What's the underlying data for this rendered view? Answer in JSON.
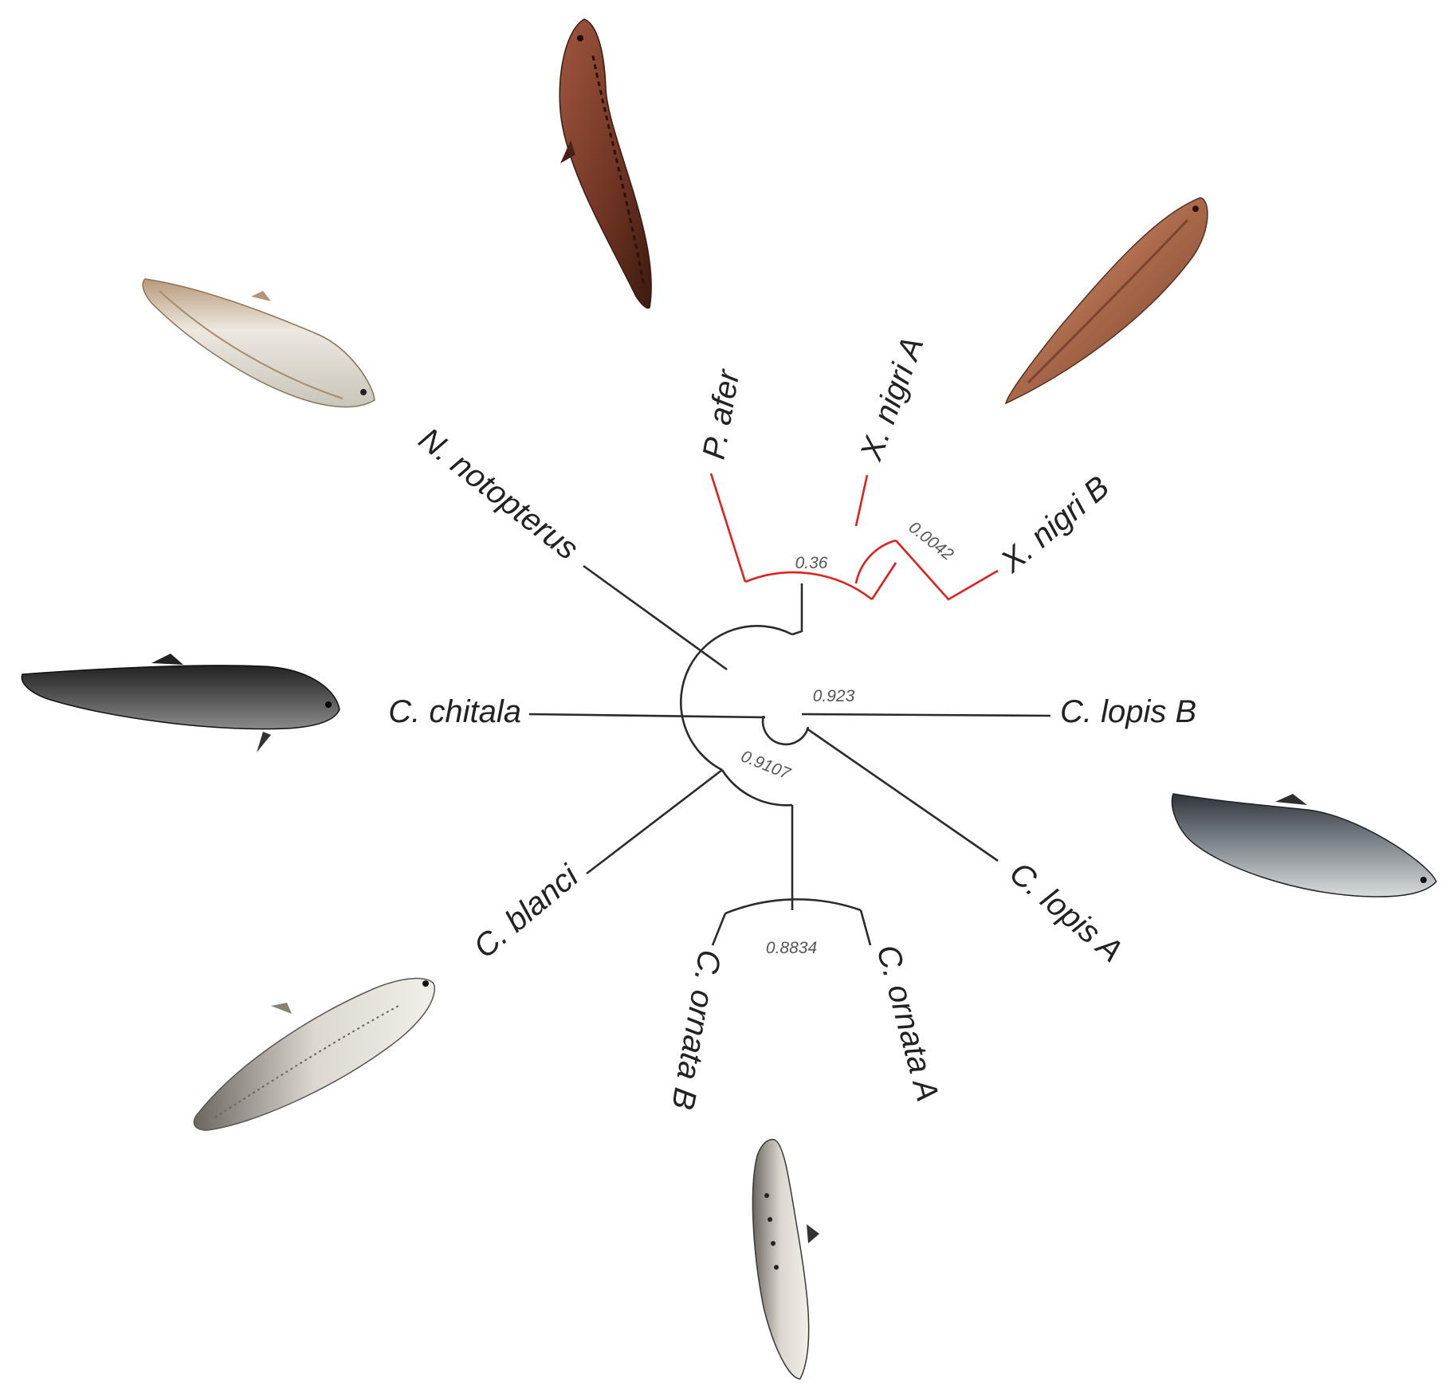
{
  "colors": {
    "branch_default": "#2b2b2b",
    "branch_highlight": "#e02020",
    "label": "#222222",
    "support_label": "#555555"
  },
  "taxa": {
    "p_afer": "P. afer",
    "x_nigri_a": "X. nigri A",
    "x_nigri_b": "X. nigri B",
    "n_notopterus": "N. notopterus",
    "c_chitala": "C. chitala",
    "c_lopis_b": "C. lopis B",
    "c_lopis_a": "C. lopis A",
    "c_blanci": "C. blanci",
    "c_ornata_b": "C. ornata B",
    "c_ornata_a": "C. ornata A"
  },
  "support_values": {
    "xenomystus_pair": "0.0042",
    "xenomystus_papyrocranus": "0.36",
    "chitala_clade": "0.923",
    "ornata_lopis_blanci": "0.9107",
    "ornata_pair": "0.8834"
  },
  "photos": {
    "p_afer": "fish-photo-papyrocranus-afer",
    "x_nigri": "fish-photo-xenomystus-nigri",
    "n_notopterus": "fish-photo-notopterus-notopterus",
    "c_chitala": "fish-photo-chitala-chitala",
    "c_lopis": "fish-photo-chitala-lopis",
    "c_blanci": "fish-photo-chitala-blanci",
    "c_ornata": "fish-photo-chitala-ornata"
  }
}
